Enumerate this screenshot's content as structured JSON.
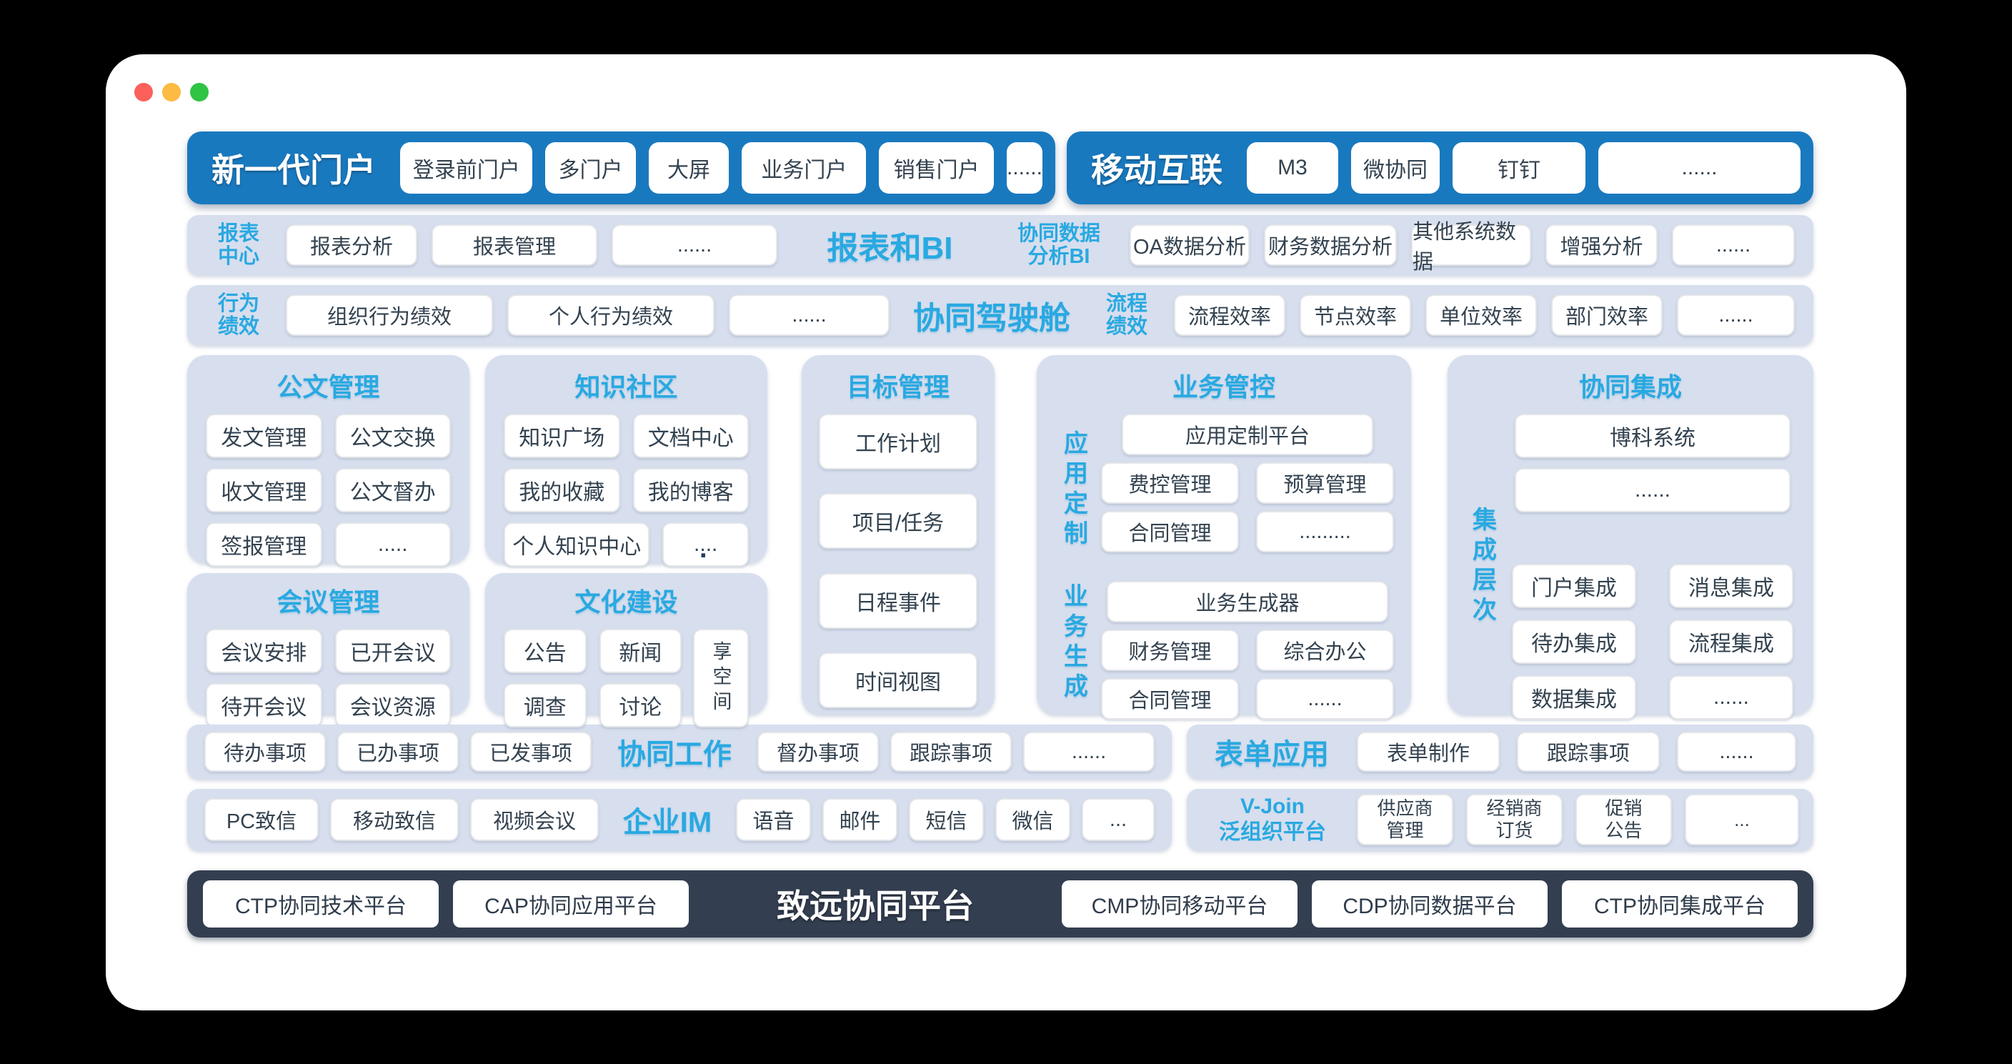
{
  "colors": {
    "bar_blue": "#1979BF",
    "accent_cyan": "#29A9E1",
    "panel_bg": "#D7DEEE",
    "dark_bar": "#333E50",
    "cell_text": "#33424F",
    "window_dots": [
      "#FB605B",
      "#FCBB43",
      "#2FC444"
    ]
  },
  "portal_bar": {
    "title": "新一代门户",
    "items": [
      "登录前门户",
      "多门户",
      "大屏",
      "业务门户",
      "销售门户",
      "......"
    ]
  },
  "mobile_bar": {
    "title": "移动互联",
    "items": [
      "M3",
      "微协同",
      "钉钉",
      "......"
    ]
  },
  "bi_row": {
    "left_label": "报表\n中心",
    "left_items": [
      "报表分析",
      "报表管理",
      "......"
    ],
    "title": "报表和BI",
    "right_label": "协同数据\n分析BI",
    "right_items": [
      "OA数据分析",
      "财务数据分析",
      "其他系统数据",
      "增强分析",
      "......"
    ]
  },
  "cockpit_row": {
    "left_label": "行为\n绩效",
    "left_items": [
      "组织行为绩效",
      "个人行为绩效",
      "......"
    ],
    "title": "协同驾驶舱",
    "right_label": "流程\n绩效",
    "right_items": [
      "流程效率",
      "节点效率",
      "单位效率",
      "部门效率",
      "......"
    ]
  },
  "blocks": {
    "gongwen": {
      "title": "公文管理",
      "cells": [
        "发文管理",
        "公文交换",
        "收文管理",
        "公文督办",
        "签报管理",
        "....."
      ]
    },
    "zhishi": {
      "title": "知识社区",
      "cells": [
        "知识广场",
        "文档中心",
        "我的收藏",
        "我的博客",
        "个人知识中心",
        "...."
      ],
      "stray_dot": "."
    },
    "huiyi": {
      "title": "会议管理",
      "cells": [
        "会议安排",
        "已开会议",
        "待开会议",
        "会议资源"
      ]
    },
    "wenhua": {
      "title": "文化建设",
      "cells": [
        "公告",
        "新闻",
        "调查",
        "讨论"
      ],
      "tall_cell": "享空间"
    },
    "mubiao": {
      "title": "目标管理",
      "cells": [
        "工作计划",
        "项目/任务",
        "日程事件",
        "时间视图"
      ]
    },
    "yewu": {
      "title": "业务管控",
      "group1_label": "应用定制",
      "group1_wide": "应用定制平台",
      "group1_cells": [
        "费控管理",
        "预算管理",
        "合同管理",
        "........."
      ],
      "group2_label": "业务生成",
      "group2_wide": "业务生成器",
      "group2_cells": [
        "财务管理",
        "综合办公",
        "合同管理",
        "......"
      ]
    },
    "jicheng": {
      "title": "协同集成",
      "side_label": "集成层次",
      "wide_cells": [
        "博科系统",
        "......"
      ],
      "cells": [
        "门户集成",
        "消息集成",
        "待办集成",
        "流程集成",
        "数据集成",
        "......"
      ]
    }
  },
  "work_row": {
    "left_items": [
      "待办事项",
      "已办事项",
      "已发事项"
    ],
    "title": "协同工作",
    "right_items": [
      "督办事项",
      "跟踪事项",
      "......"
    ]
  },
  "form_row": {
    "title": "表单应用",
    "items": [
      "表单制作",
      "跟踪事项",
      "......"
    ]
  },
  "im_row": {
    "left_items": [
      "PC致信",
      "移动致信",
      "视频会议"
    ],
    "title": "企业IM",
    "right_items": [
      "语音",
      "邮件",
      "短信",
      "微信",
      "..."
    ]
  },
  "vjoin_row": {
    "title": "V-Join\n泛组织平台",
    "items": [
      "供应商\n管理",
      "经销商\n订货",
      "促销\n公告",
      "..."
    ]
  },
  "platform_bar": {
    "left_items": [
      "CTP协同技术平台",
      "CAP协同应用平台"
    ],
    "title": "致远协同平台",
    "right_items": [
      "CMP协同移动平台",
      "CDP协同数据平台",
      "CTP协同集成平台"
    ]
  }
}
